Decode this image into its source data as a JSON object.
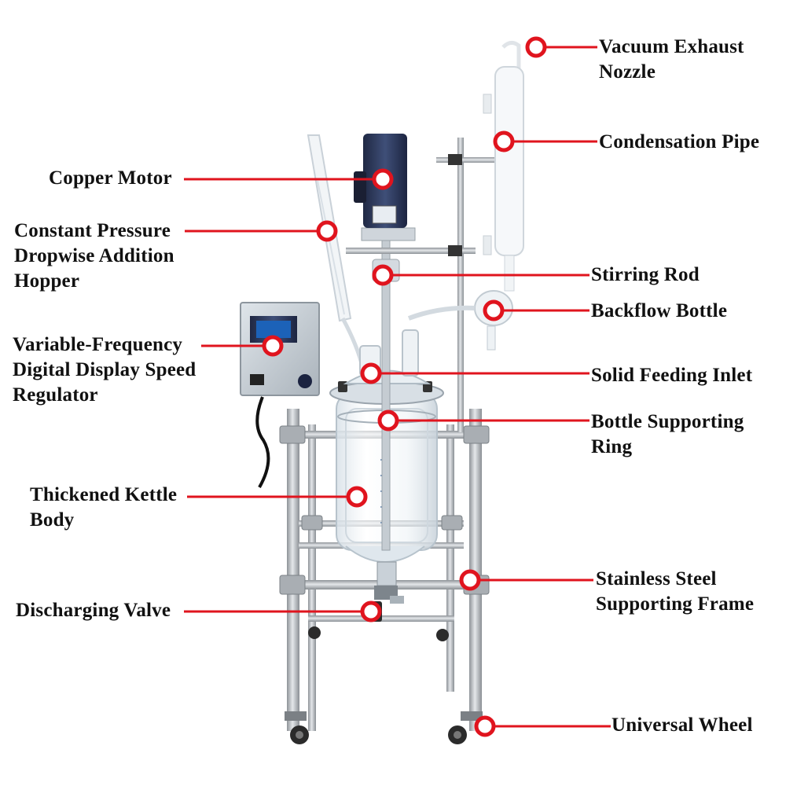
{
  "colors": {
    "callout": "#e0141e",
    "steel": "#b8bcc0",
    "glass": "#e6edf2",
    "motor": "#2e3a5c",
    "panel": "#c7cfd6",
    "screen": "#1c62b8"
  },
  "callouts": [
    {
      "id": "vacuum-exhaust-nozzle",
      "text": "Vacuum Exhaust\nNozzle"
    },
    {
      "id": "condensation-pipe",
      "text": "Condensation Pipe"
    },
    {
      "id": "copper-motor",
      "text": "Copper Motor"
    },
    {
      "id": "constant-pressure-hopper",
      "text": "Constant Pressure\nDropwise Addition\nHopper"
    },
    {
      "id": "stirring-rod",
      "text": "Stirring Rod"
    },
    {
      "id": "backflow-bottle",
      "text": "Backflow Bottle"
    },
    {
      "id": "speed-regulator",
      "text": "Variable-Frequency\nDigital Display Speed\nRegulator"
    },
    {
      "id": "solid-feeding-inlet",
      "text": "Solid Feeding Inlet"
    },
    {
      "id": "bottle-supporting-ring",
      "text": "Bottle Supporting\nRing"
    },
    {
      "id": "thickened-kettle-body",
      "text": "Thickened Kettle\nBody"
    },
    {
      "id": "stainless-steel-frame",
      "text": "Stainless Steel\nSupporting Frame"
    },
    {
      "id": "discharging-valve",
      "text": "Discharging Valve"
    },
    {
      "id": "universal-wheel",
      "text": "Universal Wheel"
    }
  ]
}
